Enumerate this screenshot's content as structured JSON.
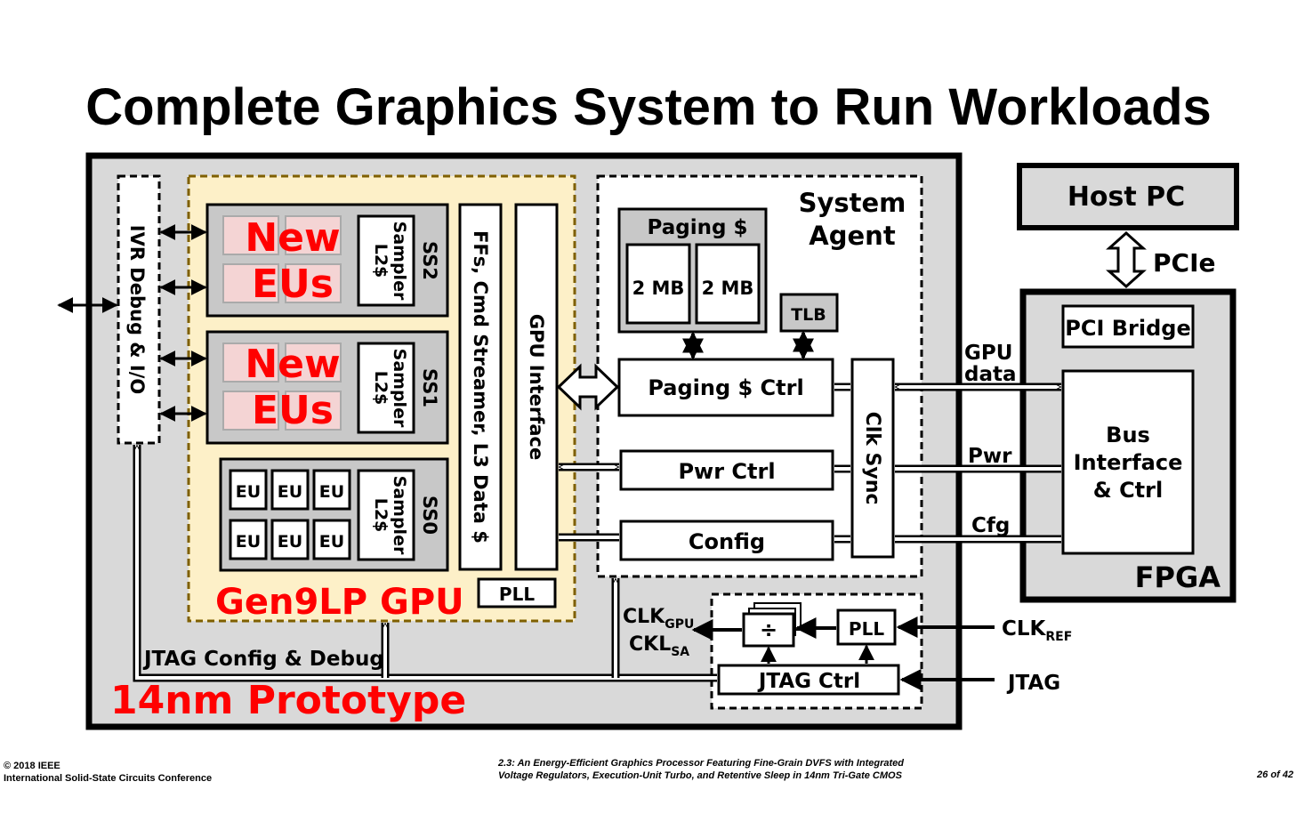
{
  "title": "Complete Graphics System to Run Workloads",
  "labels": {
    "new_eus": [
      "New",
      "EUs"
    ],
    "eu": "EU",
    "sampler_l2": [
      "Sampler",
      "L2$"
    ],
    "ss2": "SS2",
    "ss1": "SS1",
    "ss0": "SS0",
    "ffs_cmd": "FFs, Cmd Streamer, L3 Data $",
    "gpu_interface": "GPU Interface",
    "pll": "PLL",
    "gen9lp": "Gen9LP GPU",
    "ivr_debug": "IVR Debug & I/O",
    "system_agent": [
      "System",
      "Agent"
    ],
    "paging_cache": "Paging $",
    "two_mb": "2 MB",
    "tlb": "TLB",
    "paging_ctrl": "Paging $ Ctrl",
    "pwr_ctrl": "Pwr Ctrl",
    "config": "Config",
    "clk_sync": "Clk Sync",
    "clk_gpu_main": "CLK",
    "clk_gpu_sub": "GPU",
    "ckl_sa_main": "CKL",
    "ckl_sa_sub": "SA",
    "jtag_config_debug": "JTAG Config & Debug",
    "jtag_ctrl": "JTAG Ctrl",
    "prototype": "14nm Prototype",
    "clk_ref_main": "CLK",
    "clk_ref_sub": "REF",
    "jtag": "JTAG",
    "gpu_data": [
      "GPU",
      "data"
    ],
    "pwr": "Pwr",
    "cfg": "Cfg",
    "host_pc": "Host PC",
    "pcie": "PCIe",
    "pci_bridge": "PCI Bridge",
    "bus_interface": [
      "Bus",
      "Interface",
      "& Ctrl"
    ],
    "fpga": "FPGA"
  },
  "footer": {
    "left": [
      "© 2018 IEEE",
      "International Solid-State Circuits Conference"
    ],
    "center": [
      "2.3: An Energy-Efficient Graphics Processor Featuring Fine-Grain DVFS with Integrated",
      "Voltage Regulators, Execution-Unit Turbo, and Retentive Sleep in 14nm Tri-Gate CMOS"
    ],
    "page": "26 of 42"
  },
  "colors": {
    "chip_fill": "#d9d9d9",
    "gpu_fill": "#fdf0c8",
    "gpu_border": "#7f6000",
    "block_fill": "#c8c8c8",
    "eu_fill": "#f4d4d4",
    "red": "#ff0000",
    "white": "#ffffff",
    "black": "#000000"
  }
}
